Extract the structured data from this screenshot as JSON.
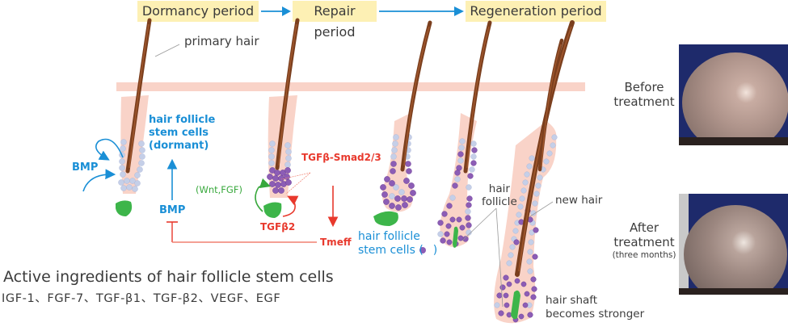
{
  "periods": [
    {
      "label": "Dormancy period"
    },
    {
      "label": "Repair period"
    },
    {
      "label": "Regeneration period"
    }
  ],
  "labels": {
    "primary_hair": "primary hair",
    "stem_cells_dormant_line1": "hair follicle",
    "stem_cells_dormant_line2": "stem cells",
    "stem_cells_dormant_line3": "(dormant)",
    "bmp_left": "BMP",
    "bmp_center": "BMP",
    "wnt_fgf": "(Wnt,FGF)",
    "tgfb_smad": "TGFβ-Smad2/3",
    "tgfb2": "TGFβ2",
    "tmeff": "Tmeff",
    "stem_cells_line1": "hair follicle",
    "stem_cells_line2": "stem cells (",
    "stem_cells_line2_end": ")",
    "hair_follicle_line1": "hair",
    "hair_follicle_line2": "follicle",
    "new_hair": "new hair",
    "hair_shaft_line1": "hair shaft",
    "hair_shaft_line2": "becomes stronger"
  },
  "treatment": {
    "before_line1": "Before",
    "before_line2": "treatment",
    "after_line1": "After",
    "after_line2": "treatment",
    "after_note": "(three months)"
  },
  "ingredients": {
    "title": "Active ingredients of hair follicle stem cells",
    "list": "IGF-1、FGF-7、TGF-β1、TGF-β2、VEGF、EGF"
  },
  "colors": {
    "period_bg": "#fdf0b4",
    "blue": "#1a8fd6",
    "red": "#e8392d",
    "green": "#38a83c",
    "skin": "#f9d3c8",
    "hair": "#7b3f1e",
    "cell_light": "#c5cfe8",
    "cell_purple": "#8c5db5",
    "papilla": "#3db54a"
  }
}
